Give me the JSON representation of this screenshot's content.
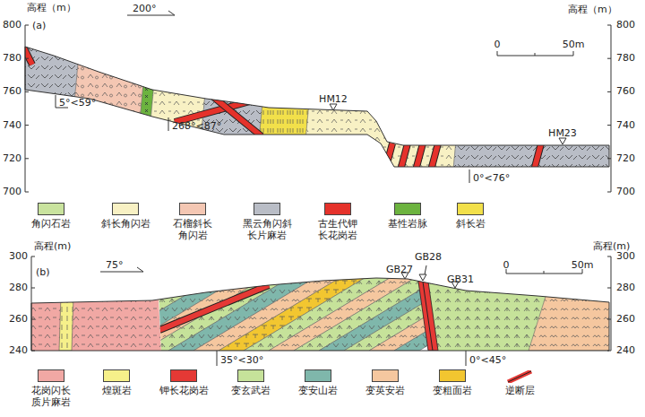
{
  "diagram": {
    "labels": [
      "高程（m）",
      "200°",
      "(a)",
      "高程（m）",
      "800",
      "780",
      "760",
      "740",
      "720",
      "700",
      "800",
      "780",
      "760",
      "740",
      "720",
      "700",
      "0",
      "50m",
      "5°<59°",
      "268°<87°",
      "HM12",
      "HM23",
      "0°<76°",
      "高程(m)",
      "75°",
      "(b)",
      "高程(m)",
      "300",
      "280",
      "260",
      "240",
      "300",
      "280",
      "260",
      "240",
      "0",
      "50m",
      "GB27",
      "GB28",
      "GB31",
      "35°<30°",
      "0°<45°"
    ],
    "legend": [
      {
        "text": "角闪石岩",
        "color": "#c9e39e"
      },
      {
        "text": "斜长角闪岩",
        "color": "#f8f1c4"
      },
      {
        "text": "石榴斜长角闪岩",
        "color": "#f4c7b3"
      },
      {
        "text": "黑云角闪斜长片麻岩",
        "color": "#b9bdc6"
      },
      {
        "text": "古生代钾长花岗岩",
        "color": "#e5322b"
      },
      {
        "text": "基性岩脉",
        "color": "#6cb33f"
      },
      {
        "text": "斜长岩",
        "color": "#f2e04a"
      },
      {
        "text": "花岗闪长质片麻岩",
        "color": "#f1a8a4"
      },
      {
        "text": "煌斑岩",
        "color": "#f6f08a"
      },
      {
        "text": "钾长花岗岩",
        "color": "#e53935"
      },
      {
        "text": "变玄武岩",
        "color": "#c6e29a"
      },
      {
        "text": "变安山岩",
        "color": "#7fb7ab"
      },
      {
        "text": "变英安岩",
        "color": "#f5c79f"
      },
      {
        "text": "变粗面岩",
        "color": "#f2c630"
      },
      {
        "text": "逆断层"
      }
    ]
  }
}
